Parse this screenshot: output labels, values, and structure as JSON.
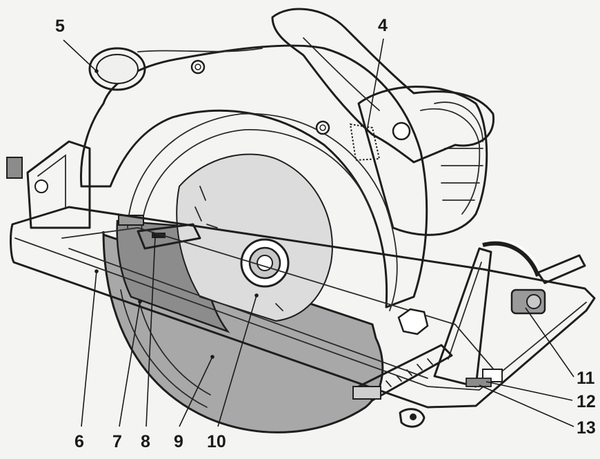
{
  "callouts": {
    "c4": "4",
    "c5": "5",
    "c6": "6",
    "c7": "7",
    "c8": "8",
    "c9": "9",
    "c10": "10",
    "c11": "11",
    "c12": "12",
    "c13": "13"
  },
  "colors": {
    "background": "#f4f4f2",
    "outline": "#1e1e1e",
    "body_fill": "#ffffff",
    "blade_fill": "#a8a8a8",
    "blade_shadow": "#8c8c8c",
    "callout_text": "#1a1a1a"
  }
}
